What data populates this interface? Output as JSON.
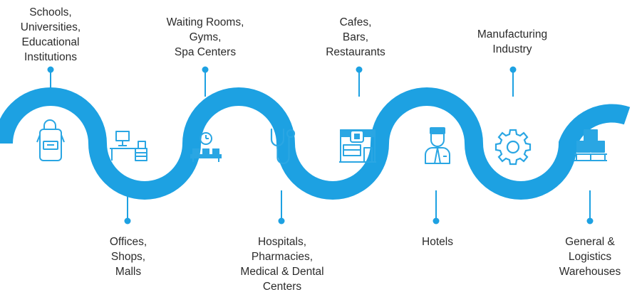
{
  "colors": {
    "wave": "#1da1e2",
    "icon": "#2aa6e3",
    "text": "#2b2b2b"
  },
  "segments": [
    {
      "id": "schools",
      "position": "top",
      "icon": "backpack-icon",
      "label_lines": [
        "Schools,",
        "Universities,",
        "Educational",
        "Institutions"
      ]
    },
    {
      "id": "offices",
      "position": "bottom",
      "icon": "office-desk-icon",
      "label_lines": [
        "Offices,",
        "Shops,",
        "Malls"
      ]
    },
    {
      "id": "waiting",
      "position": "top",
      "icon": "waiting-room-icon",
      "label_lines": [
        "Waiting Rooms,",
        "Gyms,",
        "Spa Centers"
      ]
    },
    {
      "id": "hospitals",
      "position": "bottom",
      "icon": "stethoscope-icon",
      "label_lines": [
        "Hospitals,",
        "Pharmacies,",
        "Medical & Dental",
        "Centers"
      ]
    },
    {
      "id": "cafes",
      "position": "top",
      "icon": "storefront-icon",
      "label_lines": [
        "Cafes,",
        "Bars,",
        "Restaurants"
      ]
    },
    {
      "id": "hotels",
      "position": "bottom",
      "icon": "bellboy-icon",
      "label_lines": [
        "Hotels"
      ]
    },
    {
      "id": "manufacturing",
      "position": "top",
      "icon": "gear-icon",
      "label_lines": [
        "Manufacturing",
        "Industry"
      ]
    },
    {
      "id": "warehouses",
      "position": "bottom",
      "icon": "boxes-icon",
      "label_lines": [
        "General &",
        "Logistics",
        "Warehouses"
      ]
    }
  ]
}
